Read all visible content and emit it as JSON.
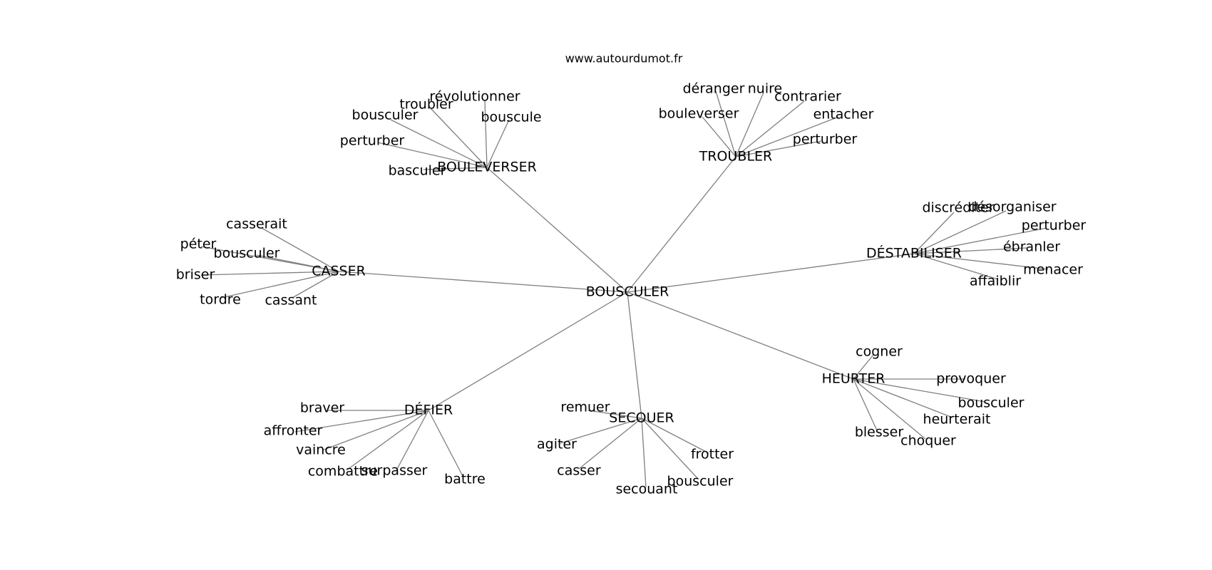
{
  "watermark": "www.autourdumot.fr",
  "center": "BOUSCULER",
  "clusters": [
    {
      "hub": "BOULEVERSER",
      "leaves": [
        "révolutionner",
        "troubler",
        "bousculer",
        "bouscule",
        "perturber",
        "basculer"
      ]
    },
    {
      "hub": "TROUBLER",
      "leaves": [
        "déranger",
        "nuire",
        "contrarier",
        "bouleverser",
        "entacher",
        "perturber"
      ]
    },
    {
      "hub": "CASSER",
      "leaves": [
        "casserait",
        "péter",
        "bousculer",
        "briser",
        "tordre",
        "cassant"
      ]
    },
    {
      "hub": "DÉSTABILISER",
      "leaves": [
        "discréditer",
        "désorganiser",
        "perturber",
        "ébranler",
        "menacer",
        "affaiblir"
      ]
    },
    {
      "hub": "HEURTER",
      "leaves": [
        "cogner",
        "provoquer",
        "bousculer",
        "heurterait",
        "blesser",
        "choquer"
      ]
    },
    {
      "hub": "SECOUER",
      "leaves": [
        "remuer",
        "agiter",
        "casser",
        "secouant",
        "bousculer",
        "frotter"
      ]
    },
    {
      "hub": "DÉFIER",
      "leaves": [
        "braver",
        "affronter",
        "vaincre",
        "combattre",
        "surpasser",
        "battre"
      ]
    }
  ]
}
